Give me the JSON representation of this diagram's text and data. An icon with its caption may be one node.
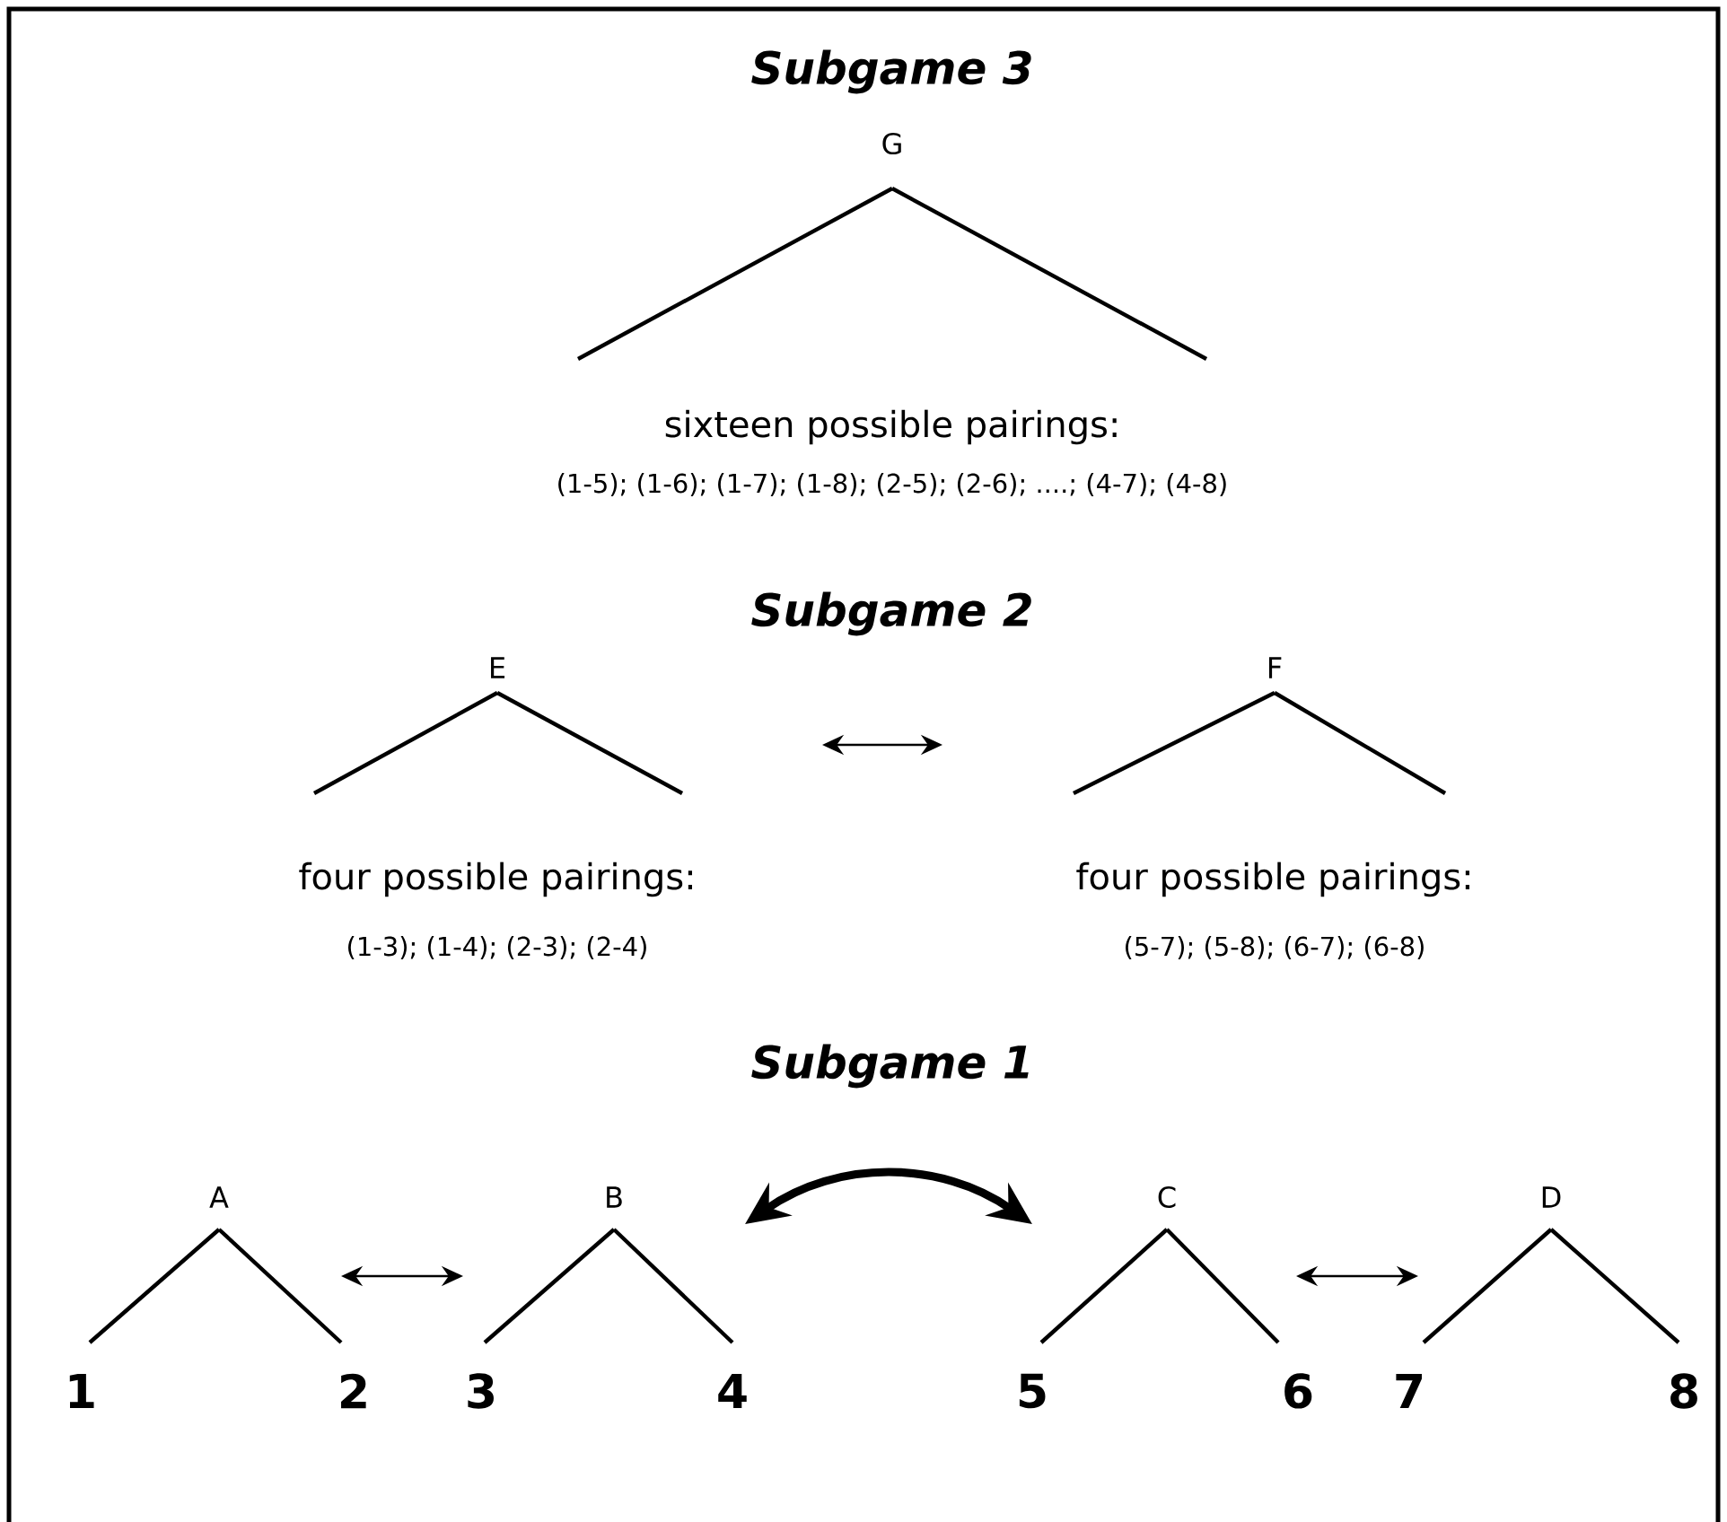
{
  "diagram": {
    "nodes": [
      {
        "text": [
          "G"
        ]
      },
      {
        "text": [
          "E"
        ]
      },
      {
        "text": [
          "F"
        ]
      },
      {
        "text": [
          "A"
        ]
      },
      {
        "text": [
          "B"
        ]
      },
      {
        "text": [
          "C"
        ]
      },
      {
        "text": [
          "D"
        ]
      },
      {
        "text": [
          "1"
        ]
      },
      {
        "text": [
          "2"
        ]
      },
      {
        "text": [
          "3"
        ]
      },
      {
        "text": [
          "4"
        ]
      },
      {
        "text": [
          "5"
        ]
      },
      {
        "text": [
          "6"
        ]
      },
      {
        "text": [
          "7"
        ]
      },
      {
        "text": [
          "8"
        ]
      }
    ],
    "edges": [
      {
        "from": 0,
        "to": null,
        "arrow": "none"
      },
      {
        "from": 0,
        "to": null,
        "arrow": "none"
      },
      {
        "from": 1,
        "to": null,
        "arrow": "none"
      },
      {
        "from": 1,
        "to": null,
        "arrow": "none"
      },
      {
        "from": 2,
        "to": null,
        "arrow": "none"
      },
      {
        "from": 2,
        "to": null,
        "arrow": "none"
      },
      {
        "from": 3,
        "to": 7,
        "arrow": "none"
      },
      {
        "from": 3,
        "to": 8,
        "arrow": "none"
      },
      {
        "from": 4,
        "to": 9,
        "arrow": "none"
      },
      {
        "from": 4,
        "to": 10,
        "arrow": "none"
      },
      {
        "from": 5,
        "to": 11,
        "arrow": "none"
      },
      {
        "from": 5,
        "to": 12,
        "arrow": "none"
      },
      {
        "from": 6,
        "to": 13,
        "arrow": "none"
      },
      {
        "from": 6,
        "to": 14,
        "arrow": "none"
      }
    ],
    "labels": [
      "Subgame 3",
      "sixteen possible pairings:",
      "(1-5); (1-6); (1-7); (1-8); (2-5); (2-6); ....; (4-7); (4-8)",
      "Subgame 2",
      "four possible pairings:",
      "(1-3); (1-4); (2-3); (2-4)",
      "four possible pairings:",
      "(5-7); (5-8); (6-7); (6-8)",
      "Subgame 1"
    ]
  }
}
